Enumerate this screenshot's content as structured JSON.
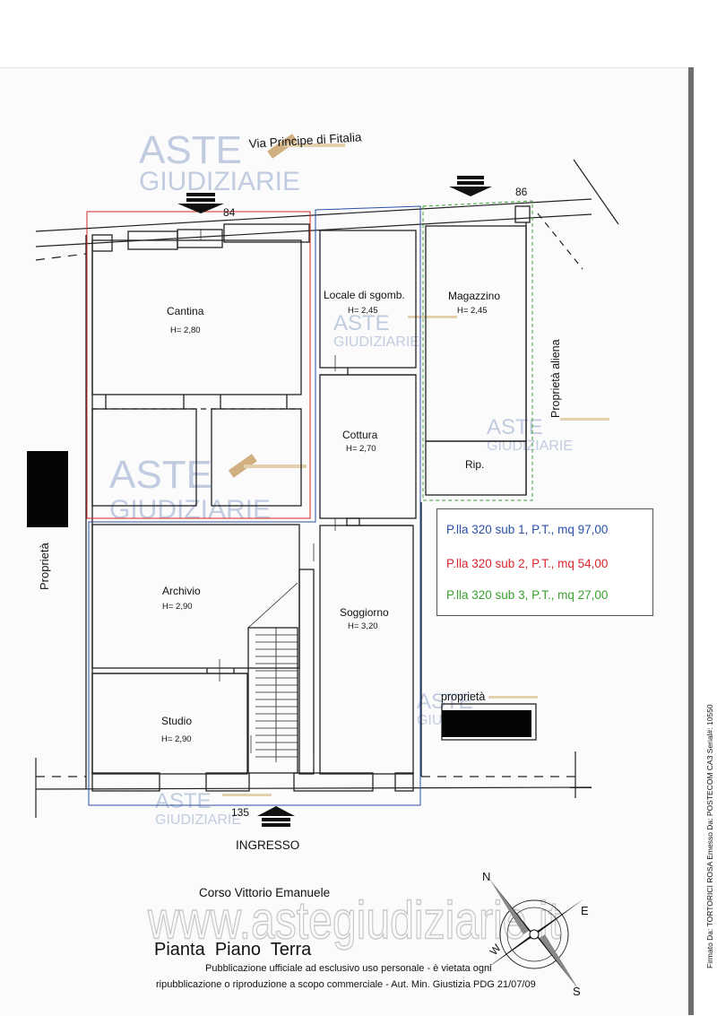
{
  "street_top": "Via Principe di Fitalia",
  "street_bottom": "Corso Vittorio Emanuele",
  "house_numbers": {
    "n84": "84",
    "n86": "86",
    "n135": "135"
  },
  "entrance_label": "INGRESSO",
  "side_labels": {
    "left": "Proprietà",
    "right": "Proprietà aliena",
    "lower_right": "proprietà"
  },
  "rooms": {
    "cantina": {
      "name": "Cantina",
      "height": "H= 2,80"
    },
    "locale": {
      "name": "Locale di sgomb.",
      "height": "H= 2,45"
    },
    "magazzino": {
      "name": "Magazzino",
      "height": "H= 2,45"
    },
    "cottura": {
      "name": "Cottura",
      "height": "H= 2,70"
    },
    "rip": {
      "name": "Rip."
    },
    "archivio": {
      "name": "Archivio",
      "height": "H= 2,90"
    },
    "soggiorno": {
      "name": "Soggiorno",
      "height": "H= 3,20"
    },
    "studio": {
      "name": "Studio",
      "height": "H= 2,90"
    }
  },
  "legend": [
    {
      "text": "P.lla 320 sub 1, P.T., mq 97,00",
      "color": "#2a4fa8"
    },
    {
      "text": "P.lla 320 sub 2, P.T., mq 54,00",
      "color": "#d8262b"
    },
    {
      "text": "P.lla 320 sub 3, P.T., mq 27,00",
      "color": "#3aa12f"
    }
  ],
  "outline_colors": {
    "sub1": "#2a4fa8",
    "sub2": "#d8262b",
    "sub3": "#3aa12f"
  },
  "plan_title": "Pianta  Piano  Terra",
  "notice_line1": "Pubblicazione ufficiale ad esclusivo uso personale - è vietata ogni",
  "notice_line2": "ripubblicazione o riproduzione a scopo commerciale - Aut. Min. Giustizia PDG 21/07/09",
  "watermark": {
    "word1": "ASTE",
    "word2": "GIUDIZIARIE",
    "url": "www.astegiudiziarie.it"
  },
  "compass": {
    "north": "N",
    "east": "E",
    "south": "S",
    "west": "W"
  },
  "signature": "Firmato Da: TORTORICI ROSA Emesso Da: POSTECOM CA3 Serial#: 10550"
}
